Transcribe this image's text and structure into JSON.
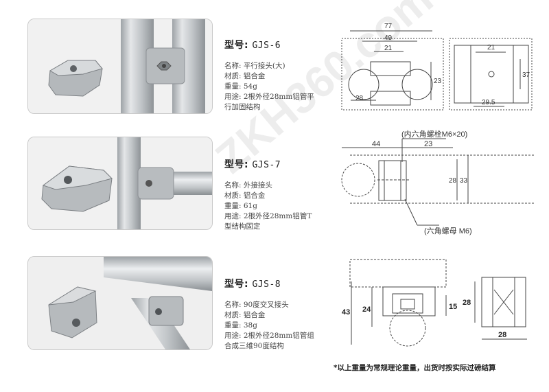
{
  "products": [
    {
      "model_label": "型号:",
      "model_code": "GJS-6",
      "lines": [
        "名称: 平行接头(大)",
        "材质: 铝合金",
        "重量: 54g",
        "用途: 2根外径28mm铝管平",
        "行加固结构"
      ],
      "dims": {
        "d77": "77",
        "d49": "49",
        "d21a": "21",
        "d23": "23",
        "d28": "28",
        "d21b": "21",
        "d37": "37",
        "d29": "29.5"
      }
    },
    {
      "model_label": "型号:",
      "model_code": "GJS-7",
      "lines": [
        "名称: 外接接头",
        "材质: 铝合金",
        "重量: 61g",
        "用途: 2根外径28mm铝管T",
        "型结构固定"
      ],
      "dims": {
        "bolt": "(内六角螺栓M6×20)",
        "d44": "44",
        "d23": "23",
        "d28": "28",
        "d33": "33",
        "nut": "(六角螺母 M6)"
      }
    },
    {
      "model_label": "型号:",
      "model_code": "GJS-8",
      "lines": [
        "名称: 90度交叉接头",
        "材质: 铝合金",
        "重量: 38g",
        "用途: 2根外径28mm铝管组",
        "合成三维90度结构"
      ],
      "dims": {
        "d43": "43",
        "d24": "24",
        "d15": "15",
        "d28a": "28",
        "d28b": "28"
      }
    }
  ],
  "footnote": "*以上重量为常规理论重量，出货时按实际过磅结算",
  "watermark": "ZKH360.com"
}
